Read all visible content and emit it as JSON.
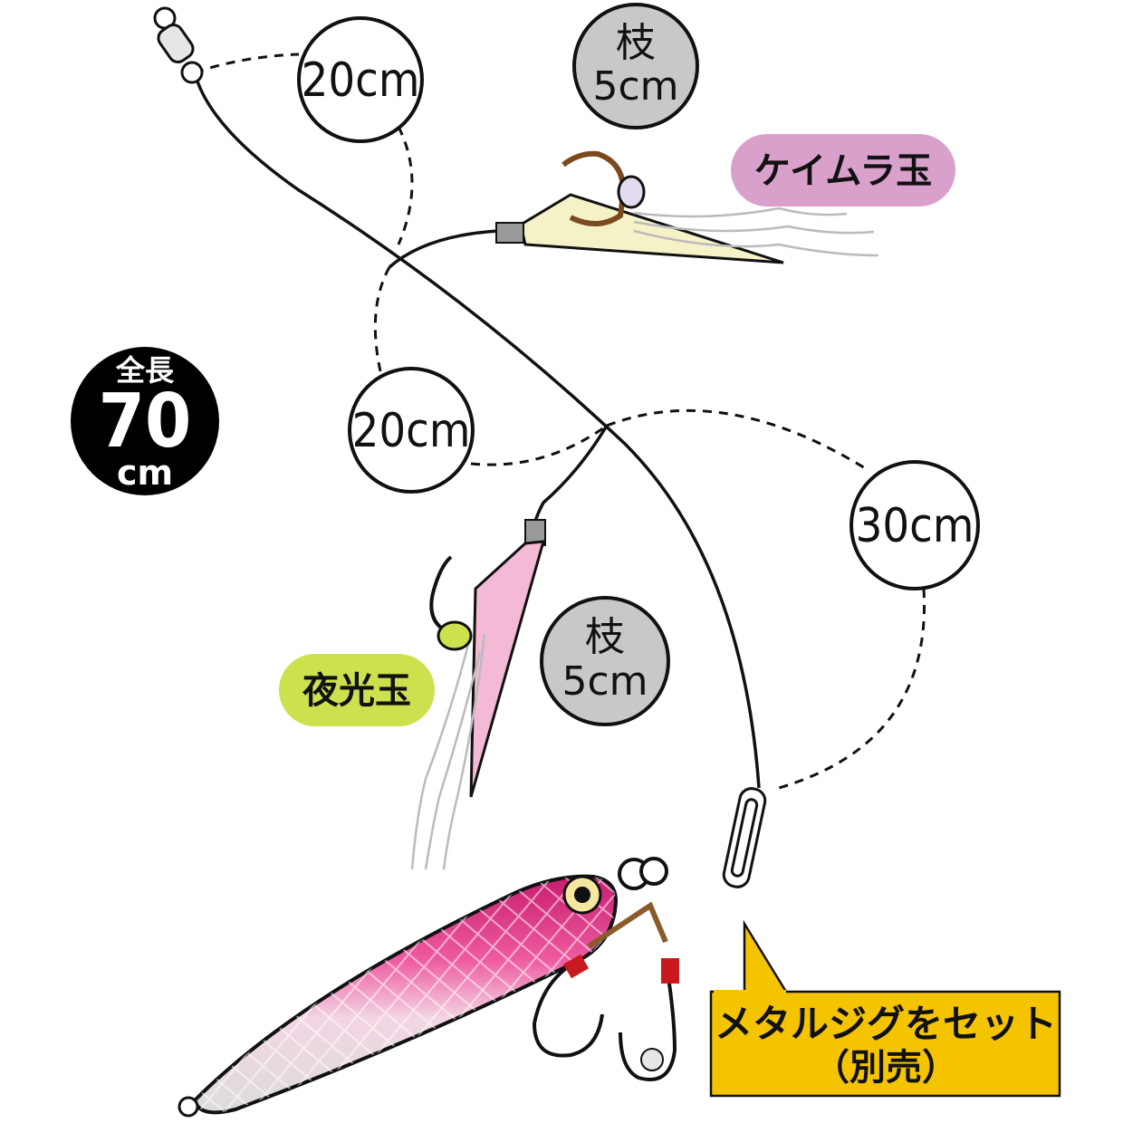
{
  "labels": {
    "top_dim": "20cm",
    "top_branch_1": "枝",
    "top_branch_2": "5cm",
    "bead_top": "ケイムラ玉",
    "total_1": "全長",
    "total_2": "70",
    "total_3": "cm",
    "mid_dim": "20cm",
    "right_dim": "30cm",
    "bottom_branch_1": "枝",
    "bottom_branch_2": "5cm",
    "bead_bottom": "夜光玉",
    "note_1": "メタルジグをセット",
    "note_2": "（別売）"
  },
  "colors": {
    "bead_top_bg": "#d9a0cc",
    "bead_bottom_bg": "#cde04e",
    "branch_bg": "#c8c8c8",
    "total_bg": "#000000",
    "note_bg": "#f5c400",
    "jig_pink": "#e0338a",
    "skirt_top": "#f5f2c8",
    "skirt_bottom": "#f4b9d4"
  }
}
